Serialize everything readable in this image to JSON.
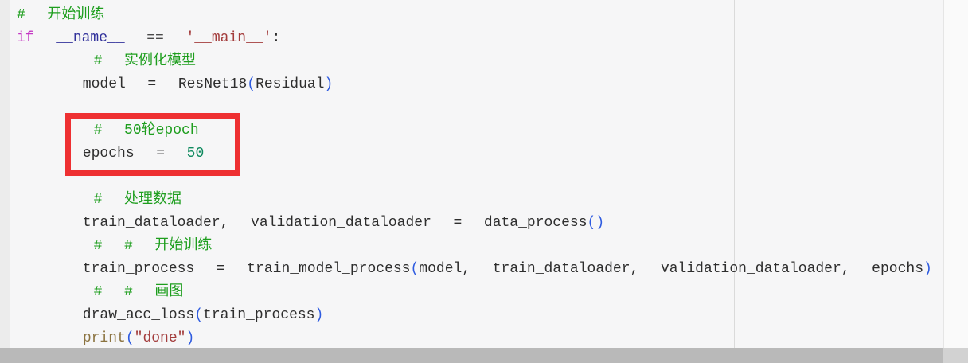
{
  "editor": {
    "language": "python",
    "code": {
      "lines": [
        {
          "segments": [
            {
              "t": "#  开始训练",
              "c": "cmt"
            }
          ]
        },
        {
          "segments": [
            {
              "t": "if",
              "c": "kw"
            },
            {
              "t": "  ",
              "c": "plain"
            },
            {
              "t": "__name__",
              "c": "dunder"
            },
            {
              "t": "  ==  ",
              "c": "op"
            },
            {
              "t": "'__main__'",
              "c": "str"
            },
            {
              "t": ":",
              "c": "plain"
            }
          ]
        },
        {
          "segments": [
            {
              "t": "       #  实例化模型",
              "c": "cmt"
            }
          ]
        },
        {
          "segments": [
            {
              "t": "      model  =  ResNet18",
              "c": "plain"
            },
            {
              "t": "(",
              "c": "paren"
            },
            {
              "t": "Residual",
              "c": "plain"
            },
            {
              "t": ")",
              "c": "paren"
            }
          ]
        },
        {
          "segments": []
        },
        {
          "segments": [
            {
              "t": "       #  50轮epoch",
              "c": "cmt"
            }
          ]
        },
        {
          "segments": [
            {
              "t": "      epochs  =  ",
              "c": "plain"
            },
            {
              "t": "50",
              "c": "num"
            }
          ]
        },
        {
          "segments": []
        },
        {
          "segments": [
            {
              "t": "       #  处理数据",
              "c": "cmt"
            }
          ]
        },
        {
          "segments": [
            {
              "t": "      train_dataloader,  validation_dataloader  =  data_process",
              "c": "plain"
            },
            {
              "t": "()",
              "c": "paren"
            }
          ]
        },
        {
          "segments": [
            {
              "t": "       #  #  开始训练",
              "c": "cmt"
            }
          ]
        },
        {
          "segments": [
            {
              "t": "      train_process  =  train_model_process",
              "c": "plain"
            },
            {
              "t": "(",
              "c": "paren"
            },
            {
              "t": "model,  train_dataloader,  validation_dataloader,  epochs",
              "c": "plain"
            },
            {
              "t": ")",
              "c": "paren"
            }
          ]
        },
        {
          "segments": [
            {
              "t": "       #  #  画图",
              "c": "cmt"
            }
          ]
        },
        {
          "segments": [
            {
              "t": "      draw_acc_loss",
              "c": "plain"
            },
            {
              "t": "(",
              "c": "paren"
            },
            {
              "t": "train_process",
              "c": "plain"
            },
            {
              "t": ")",
              "c": "paren"
            }
          ]
        },
        {
          "segments": [
            {
              "t": "      ",
              "c": "plain"
            },
            {
              "t": "print",
              "c": "builtin"
            },
            {
              "t": "(",
              "c": "paren"
            },
            {
              "t": "\"done\"",
              "c": "str"
            },
            {
              "t": ")",
              "c": "paren"
            }
          ]
        }
      ]
    },
    "annotation": {
      "type": "highlight-box",
      "border_color": "#ee3032",
      "enclosed_lines": [
        "       #  50轮epoch",
        "      epochs  =  50"
      ]
    },
    "colors": {
      "background": "#f6f6f7",
      "comment_green": "#1e9e1e",
      "keyword_magenta": "#c437c4",
      "dunder_navy": "#31319b",
      "string_red": "#a33c3c",
      "paren_blue": "#2e5be0",
      "number_teal": "#0f8a5f",
      "builtin_olive": "#8b7340",
      "scrollbar_gray": "#b9b9b9"
    }
  }
}
